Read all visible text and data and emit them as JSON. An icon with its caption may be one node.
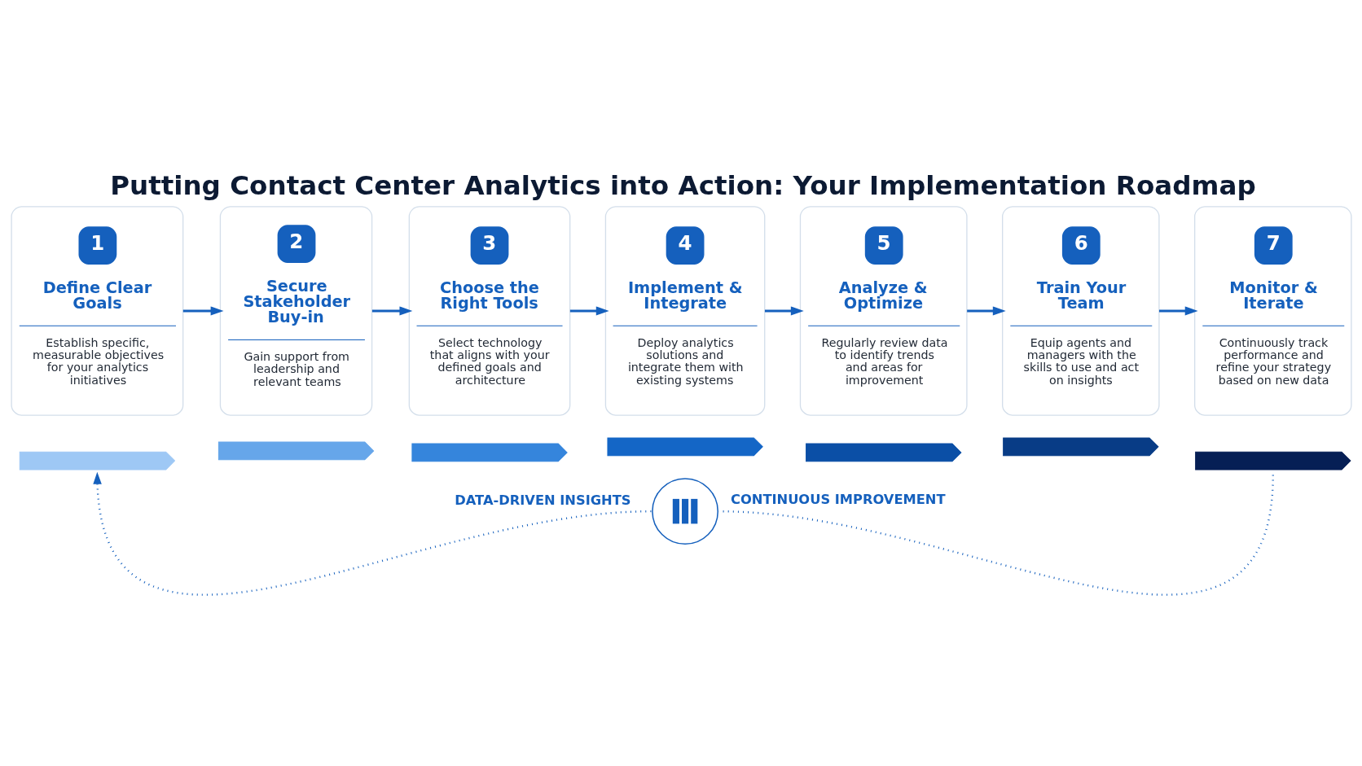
{
  "diagram": {
    "title": "Putting Contact Center Analytics into Action: Your Implementation Roadmap",
    "nodes": [
      {
        "text": [
          "1",
          "Define Clear Goals",
          "Establish specific, measurable objectives for your analytics initiatives"
        ]
      },
      {
        "text": [
          "2",
          "Secure Stakeholder Buy-in",
          "Gain support from leadership and relevant teams"
        ]
      },
      {
        "text": [
          "3",
          "Choose the Right Tools",
          "Select technology that aligns with your defined goals and architecture"
        ]
      },
      {
        "text": [
          "4",
          "Implement & Integrate",
          "Deploy analytics solutions and integrate them with existing systems"
        ]
      },
      {
        "text": [
          "5",
          "Analyze & Optimize",
          "Regularly review data to identify trends and areas for improvement"
        ]
      },
      {
        "text": [
          "6",
          "Train Your Team",
          "Equip agents and managers with the skills to use and act on insights"
        ]
      },
      {
        "text": [
          "7",
          "Monitor & Iterate",
          "Continuously track performance and refine your strategy based on new data"
        ]
      },
      {
        "text": [],
        "shape": "chevron"
      },
      {
        "text": [],
        "shape": "chevron"
      },
      {
        "text": [],
        "shape": "chevron"
      },
      {
        "text": [],
        "shape": "chevron"
      },
      {
        "text": [],
        "shape": "chevron"
      },
      {
        "text": [],
        "shape": "chevron"
      },
      {
        "text": [],
        "shape": "chevron"
      },
      {
        "text": [],
        "shape": "circle"
      }
    ],
    "edges": [
      {
        "from": 0,
        "to": 1,
        "arrow": "to"
      },
      {
        "from": 1,
        "to": 2,
        "arrow": "to"
      },
      {
        "from": 2,
        "to": 3,
        "arrow": "to"
      },
      {
        "from": 3,
        "to": 4,
        "arrow": "to"
      },
      {
        "from": 4,
        "to": 5,
        "arrow": "to"
      },
      {
        "from": 5,
        "to": 6,
        "arrow": "to"
      },
      {
        "from": 13,
        "to": 14,
        "arrow": "none",
        "style": "dashed",
        "label": "CONTINUOUS IMPROVEMENT"
      },
      {
        "from": 14,
        "to": 7,
        "arrow": "to",
        "style": "dashed",
        "label": "DATA-DRIVEN INSIGHTS"
      }
    ]
  }
}
